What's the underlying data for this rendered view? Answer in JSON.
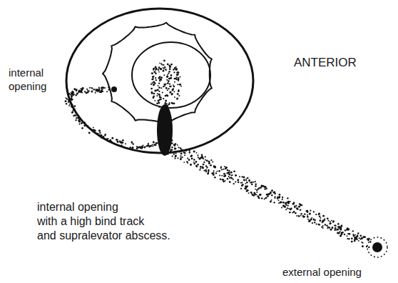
{
  "diagram": {
    "labels": [
      "internal opening",
      "ANTERIOR",
      "internal opening with a high bind track and supralevator abscess.",
      "external opening"
    ]
  }
}
